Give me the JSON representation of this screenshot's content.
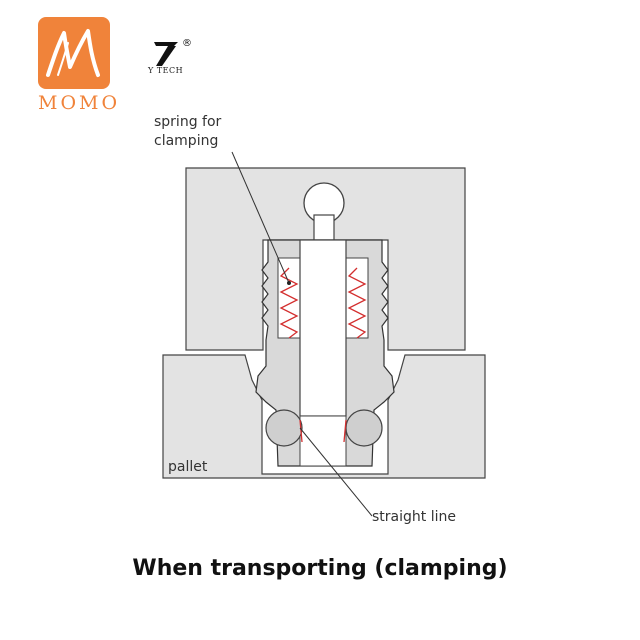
{
  "logo": {
    "text": "MOMO",
    "color": "#f0833a",
    "icon": "momo-logo-icon"
  },
  "brand": {
    "text": "Y TECH",
    "registered": "®",
    "icon": "brand-logo-icon"
  },
  "diagram": {
    "labels": {
      "spring_line1": "spring for",
      "spring_line2": "clamping",
      "pallet": "pallet",
      "straight_line": "straight line"
    },
    "colors": {
      "block": "#e3e3e3",
      "outline": "#333333",
      "spring": "#d32f2f"
    }
  },
  "caption": "When transporting (clamping)"
}
